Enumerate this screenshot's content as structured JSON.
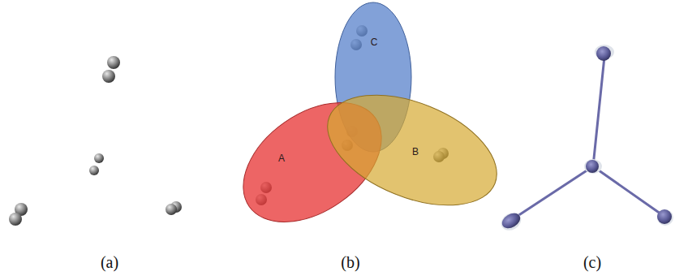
{
  "diagram": {
    "nodes": [
      {
        "text": [
          "C"
        ]
      },
      {
        "text": [
          "A"
        ]
      },
      {
        "text": [
          "B"
        ]
      }
    ],
    "labels": [
      "(a)",
      "(b)",
      "(c)"
    ]
  }
}
